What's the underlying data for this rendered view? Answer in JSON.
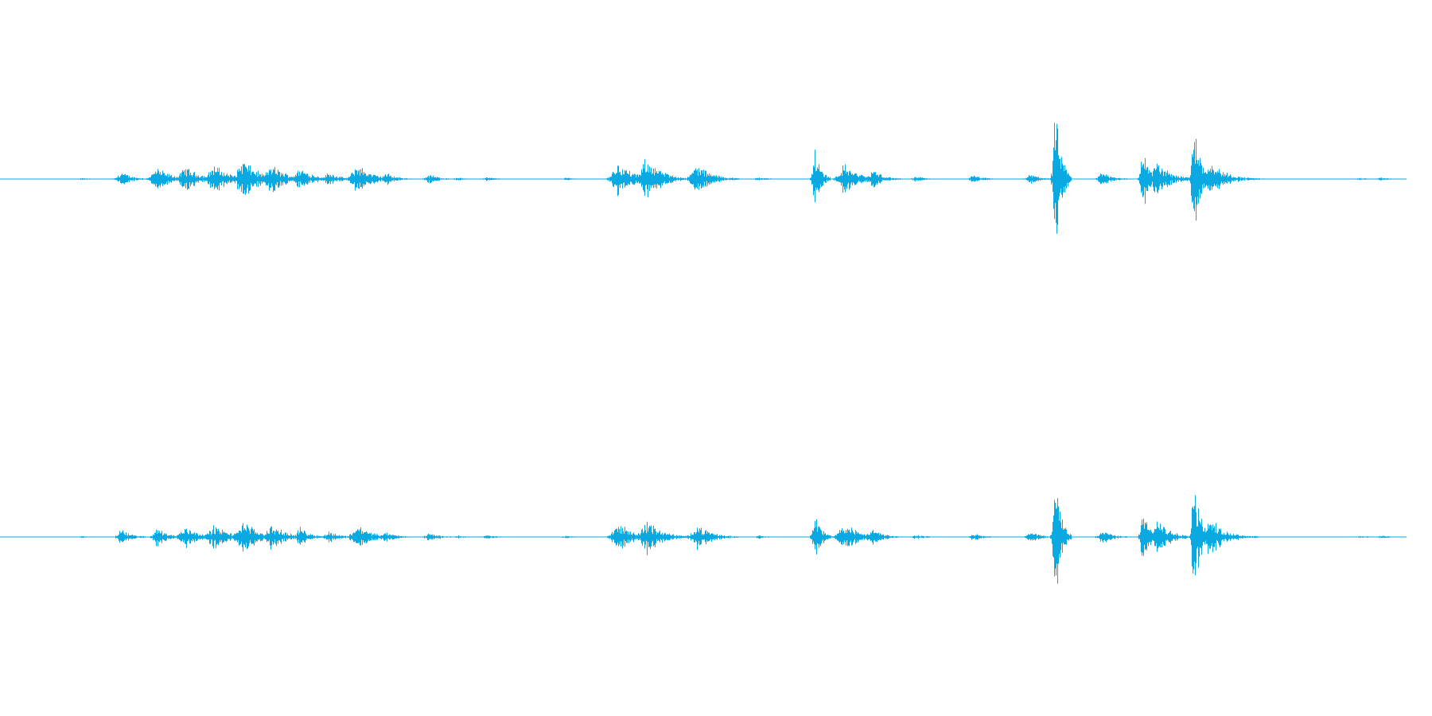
{
  "waveform": {
    "color": "#0aa9e2",
    "background": "#ffffff",
    "channels": [
      {
        "name": "left",
        "events": [
          {
            "t": 0.058,
            "amp": 0.004
          },
          {
            "t": 0.085,
            "amp": 0.03
          },
          {
            "t": 0.11,
            "amp": 0.045
          },
          {
            "t": 0.13,
            "amp": 0.05
          },
          {
            "t": 0.15,
            "amp": 0.06
          },
          {
            "t": 0.17,
            "amp": 0.085
          },
          {
            "t": 0.19,
            "amp": 0.06
          },
          {
            "t": 0.21,
            "amp": 0.045
          },
          {
            "t": 0.23,
            "amp": 0.03
          },
          {
            "t": 0.25,
            "amp": 0.06
          },
          {
            "t": 0.27,
            "amp": 0.025
          },
          {
            "t": 0.3,
            "amp": 0.02
          },
          {
            "t": 0.32,
            "amp": 0.006
          },
          {
            "t": 0.34,
            "amp": 0.008
          },
          {
            "t": 0.395,
            "amp": 0.006
          },
          {
            "t": 0.432,
            "amp": 0.07
          },
          {
            "t": 0.452,
            "amp": 0.09
          },
          {
            "t": 0.487,
            "amp": 0.06
          },
          {
            "t": 0.53,
            "amp": 0.008
          },
          {
            "t": 0.569,
            "amp": 0.13
          },
          {
            "t": 0.59,
            "amp": 0.06
          },
          {
            "t": 0.61,
            "amp": 0.04
          },
          {
            "t": 0.64,
            "amp": 0.01
          },
          {
            "t": 0.68,
            "amp": 0.015
          },
          {
            "t": 0.72,
            "amp": 0.02
          },
          {
            "t": 0.737,
            "amp": 0.28
          },
          {
            "t": 0.77,
            "amp": 0.03
          },
          {
            "t": 0.798,
            "amp": 0.14
          },
          {
            "t": 0.808,
            "amp": 0.07
          },
          {
            "t": 0.834,
            "amp": 0.29
          },
          {
            "t": 0.845,
            "amp": 0.08
          },
          {
            "t": 0.875,
            "amp": 0.006
          },
          {
            "t": 0.95,
            "amp": 0.005
          },
          {
            "t": 0.965,
            "amp": 0.006
          }
        ]
      },
      {
        "name": "right",
        "events": [
          {
            "t": 0.058,
            "amp": 0.004
          },
          {
            "t": 0.085,
            "amp": 0.03
          },
          {
            "t": 0.11,
            "amp": 0.04
          },
          {
            "t": 0.13,
            "amp": 0.045
          },
          {
            "t": 0.15,
            "amp": 0.05
          },
          {
            "t": 0.17,
            "amp": 0.07
          },
          {
            "t": 0.19,
            "amp": 0.05
          },
          {
            "t": 0.21,
            "amp": 0.04
          },
          {
            "t": 0.23,
            "amp": 0.025
          },
          {
            "t": 0.25,
            "amp": 0.05
          },
          {
            "t": 0.27,
            "amp": 0.02
          },
          {
            "t": 0.3,
            "amp": 0.018
          },
          {
            "t": 0.32,
            "amp": 0.006
          },
          {
            "t": 0.34,
            "amp": 0.008
          },
          {
            "t": 0.395,
            "amp": 0.006
          },
          {
            "t": 0.432,
            "amp": 0.06
          },
          {
            "t": 0.452,
            "amp": 0.07
          },
          {
            "t": 0.487,
            "amp": 0.05
          },
          {
            "t": 0.53,
            "amp": 0.008
          },
          {
            "t": 0.569,
            "amp": 0.12
          },
          {
            "t": 0.59,
            "amp": 0.06
          },
          {
            "t": 0.61,
            "amp": 0.035
          },
          {
            "t": 0.64,
            "amp": 0.01
          },
          {
            "t": 0.68,
            "amp": 0.015
          },
          {
            "t": 0.72,
            "amp": 0.02
          },
          {
            "t": 0.737,
            "amp": 0.26
          },
          {
            "t": 0.77,
            "amp": 0.03
          },
          {
            "t": 0.798,
            "amp": 0.12
          },
          {
            "t": 0.808,
            "amp": 0.07
          },
          {
            "t": 0.834,
            "amp": 0.27
          },
          {
            "t": 0.845,
            "amp": 0.08
          },
          {
            "t": 0.875,
            "amp": 0.006
          },
          {
            "t": 0.95,
            "amp": 0.005
          },
          {
            "t": 0.965,
            "amp": 0.006
          }
        ]
      }
    ]
  }
}
